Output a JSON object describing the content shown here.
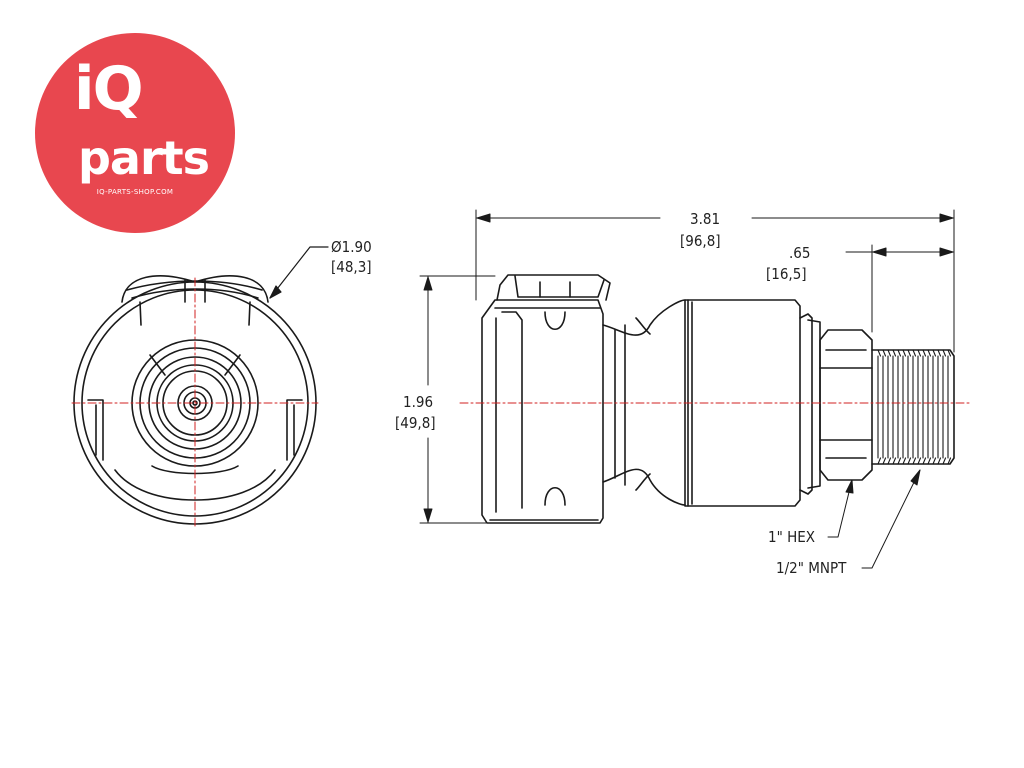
{
  "logo": {
    "line1": "iQ",
    "line2": "parts",
    "url": "IQ-PARTS-SHOP.COM",
    "color": "#e8474f"
  },
  "dimensions": {
    "diameter": {
      "inch": "Ø1.90",
      "mm": "[48,3]"
    },
    "length": {
      "inch": "3.81",
      "mm": "[96,8]"
    },
    "thread_length": {
      "inch": ".65",
      "mm": "[16,5]"
    },
    "height": {
      "inch": "1.96",
      "mm": "[49,8]"
    }
  },
  "callouts": {
    "hex": "1\" HEX",
    "thread": "1/2\" MNPT"
  },
  "colors": {
    "line": "#1a1a1a",
    "centerline": "#d22020"
  }
}
